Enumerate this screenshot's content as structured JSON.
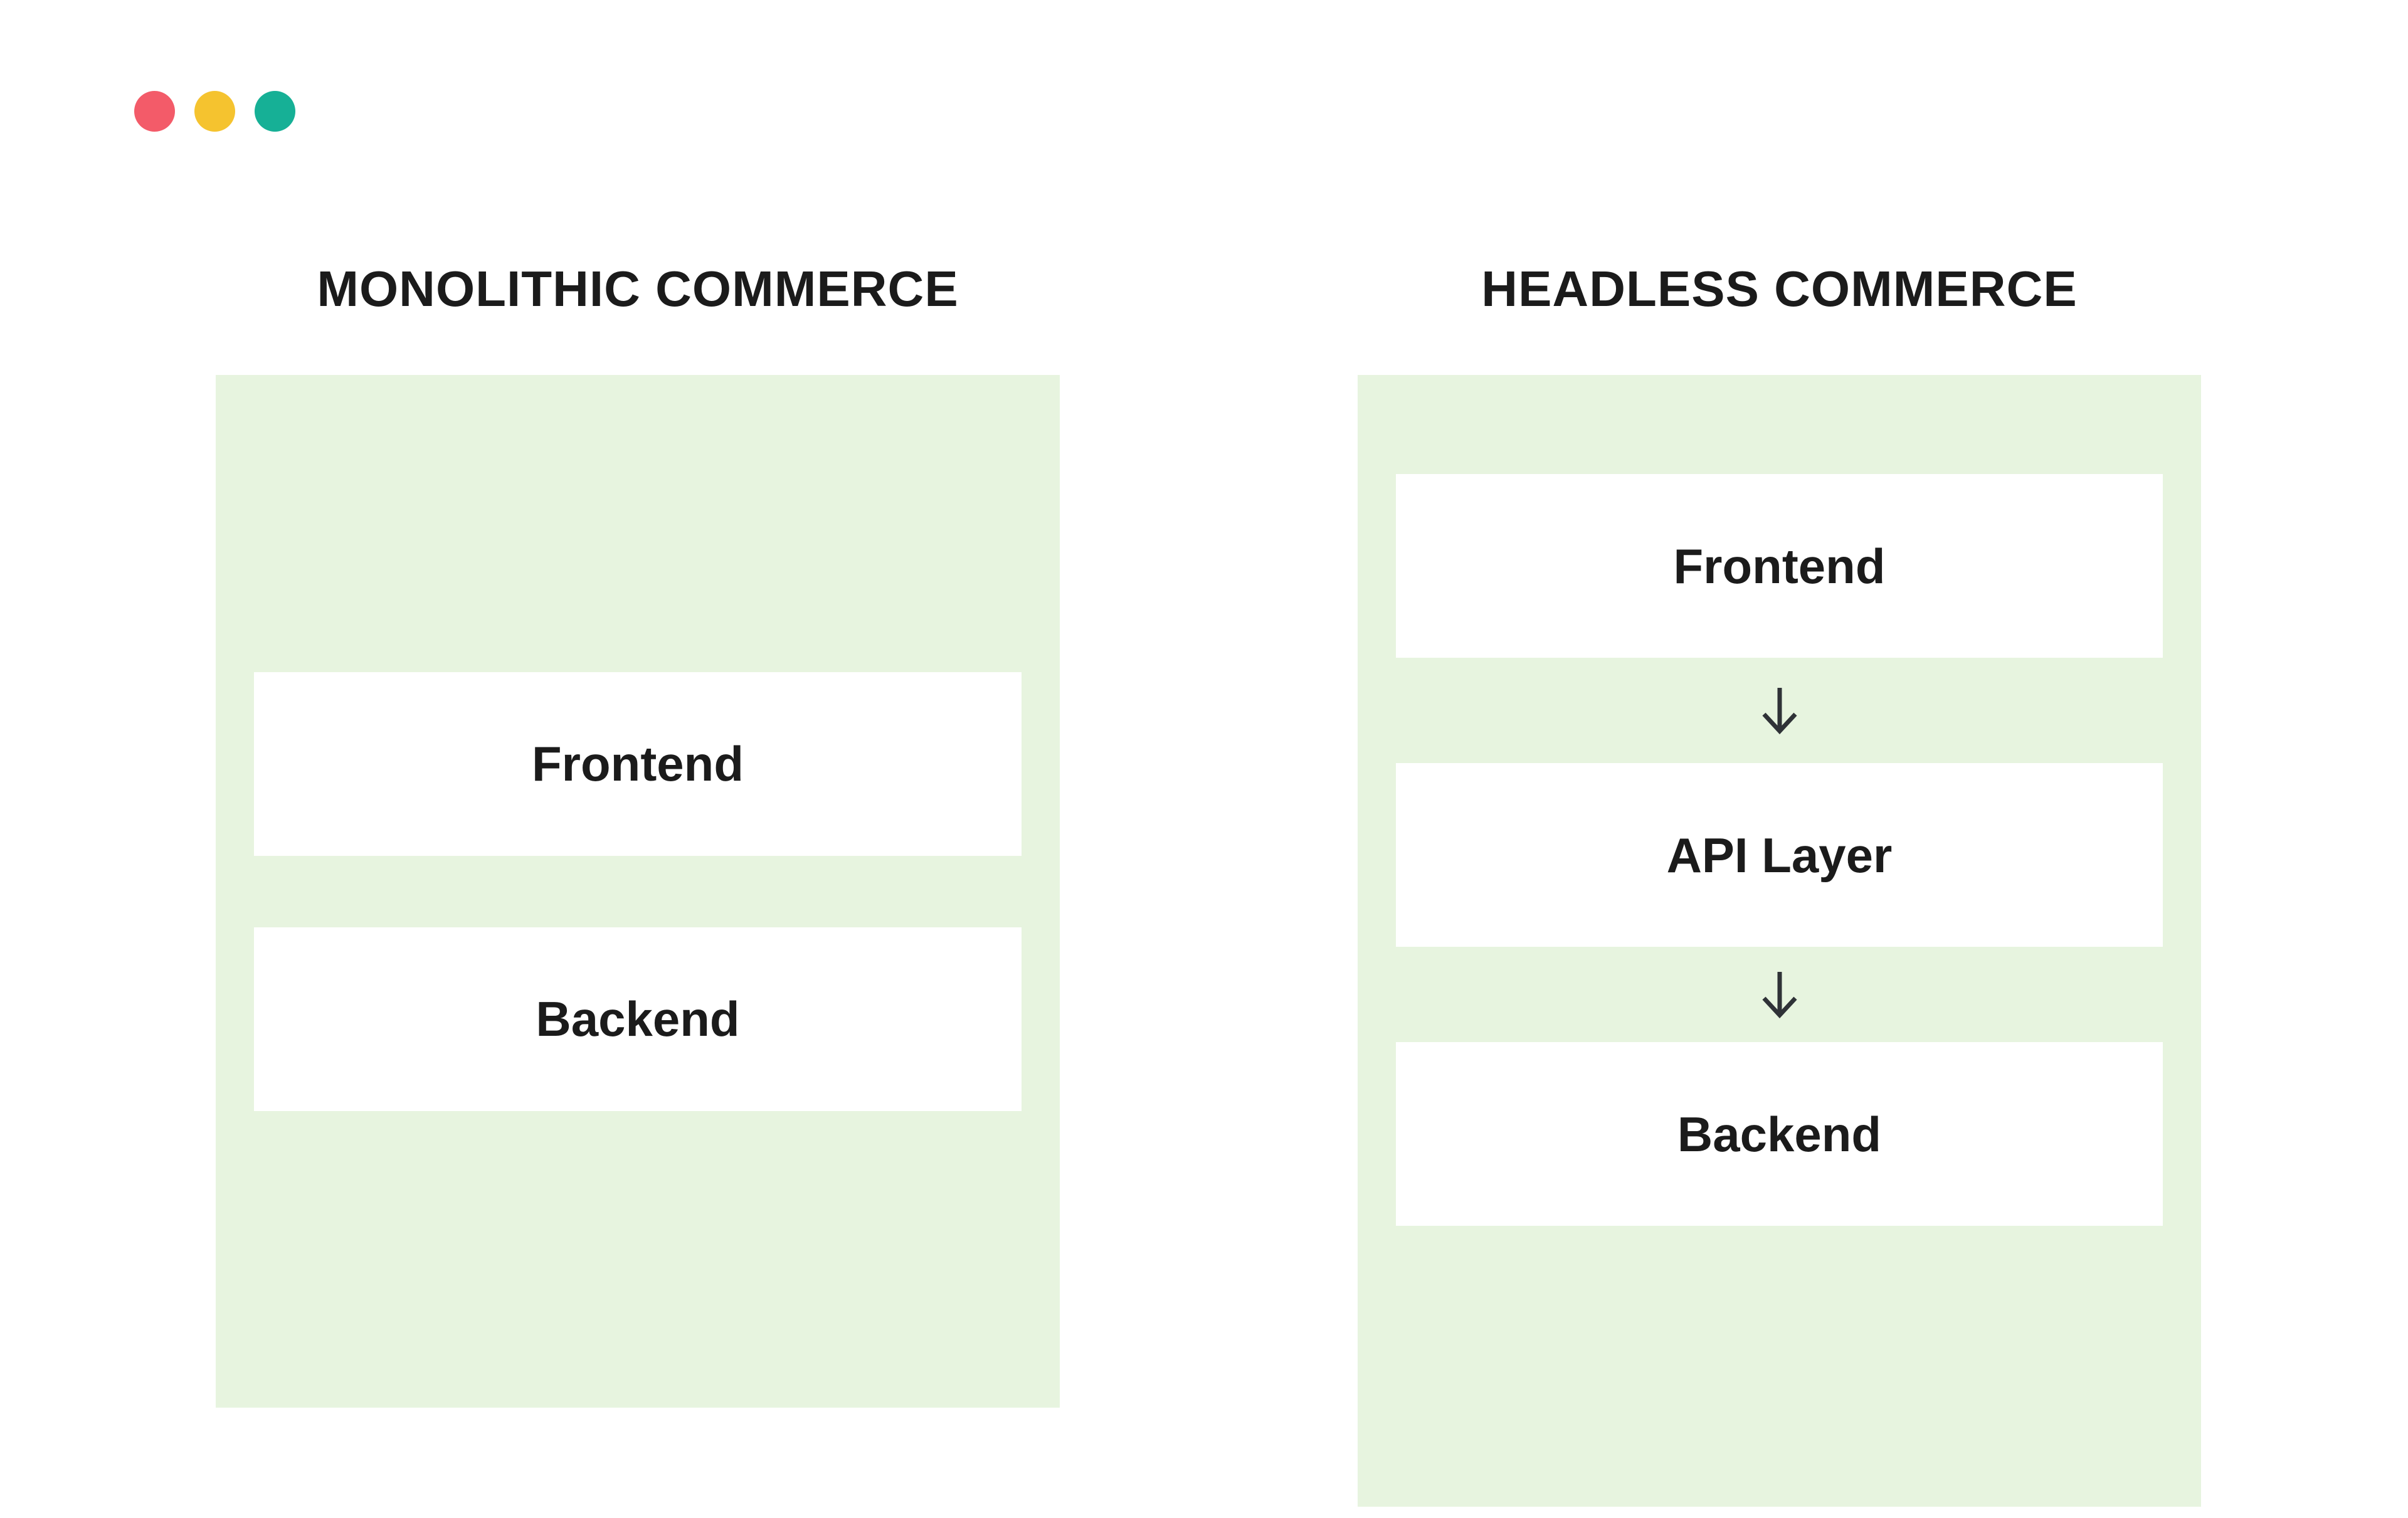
{
  "window": {
    "dots": [
      {
        "name": "red-dot",
        "color": "#F35B69"
      },
      {
        "name": "yellow-dot",
        "color": "#F5C32F"
      },
      {
        "name": "teal-dot",
        "color": "#16B096"
      }
    ]
  },
  "left_panel": {
    "title": "MONOLITHIC COMMERCE",
    "boxes": [
      {
        "label": "Frontend"
      },
      {
        "label": "Backend"
      }
    ]
  },
  "right_panel": {
    "title": "HEADLESS COMMERCE",
    "boxes": [
      {
        "label": "Frontend"
      },
      {
        "label": "API Layer"
      },
      {
        "label": "Backend"
      }
    ],
    "arrow_icon": "arrow-down",
    "arrow_glyph": "↓"
  },
  "colors": {
    "page_bg": "#FFFFFF",
    "panel_bg": "#E7F4DF",
    "box_bg": "#FFFFFF",
    "text": "#1B1B1B",
    "arrow": "#2F3237"
  }
}
